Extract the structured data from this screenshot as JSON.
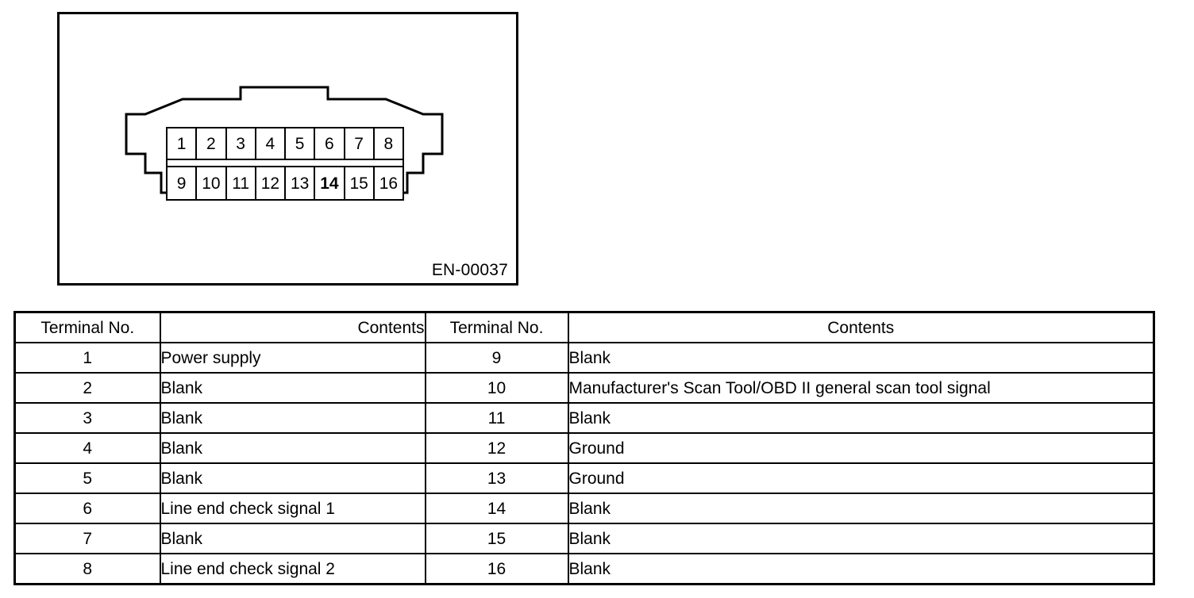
{
  "figure": {
    "caption": "EN-00037",
    "connector": {
      "top_row_pins": [
        "1",
        "2",
        "3",
        "4",
        "5",
        "6",
        "7",
        "8"
      ],
      "bottom_row_pins": [
        "9",
        "10",
        "11",
        "12",
        "13",
        "14",
        "15",
        "16"
      ],
      "emphasized_pin": "14"
    }
  },
  "table": {
    "headers": {
      "terminal_left": "Terminal No.",
      "contents_left": "Contents",
      "terminal_right": "Terminal No.",
      "contents_right": "Contents"
    },
    "rows": [
      {
        "term_left": "1",
        "contents_left": "Power supply",
        "term_right": "9",
        "contents_right": "Blank"
      },
      {
        "term_left": "2",
        "contents_left": "Blank",
        "term_right": "10",
        "contents_right": "Manufacturer's Scan Tool/OBD II general scan tool  signal"
      },
      {
        "term_left": "3",
        "contents_left": "Blank",
        "term_right": "11",
        "contents_right": "Blank"
      },
      {
        "term_left": "4",
        "contents_left": "Blank",
        "term_right": "12",
        "contents_right": "Ground"
      },
      {
        "term_left": "5",
        "contents_left": "Blank",
        "term_right": "13",
        "contents_right": "Ground"
      },
      {
        "term_left": "6",
        "contents_left": "Line end check signal 1",
        "term_right": "14",
        "contents_right": "Blank"
      },
      {
        "term_left": "7",
        "contents_left": "Blank",
        "term_right": "15",
        "contents_right": "Blank"
      },
      {
        "term_left": "8",
        "contents_left": "Line end check signal 2",
        "term_right": "16",
        "contents_right": "Blank"
      }
    ]
  },
  "colors": {
    "ink": "#000000",
    "paper": "#ffffff"
  }
}
